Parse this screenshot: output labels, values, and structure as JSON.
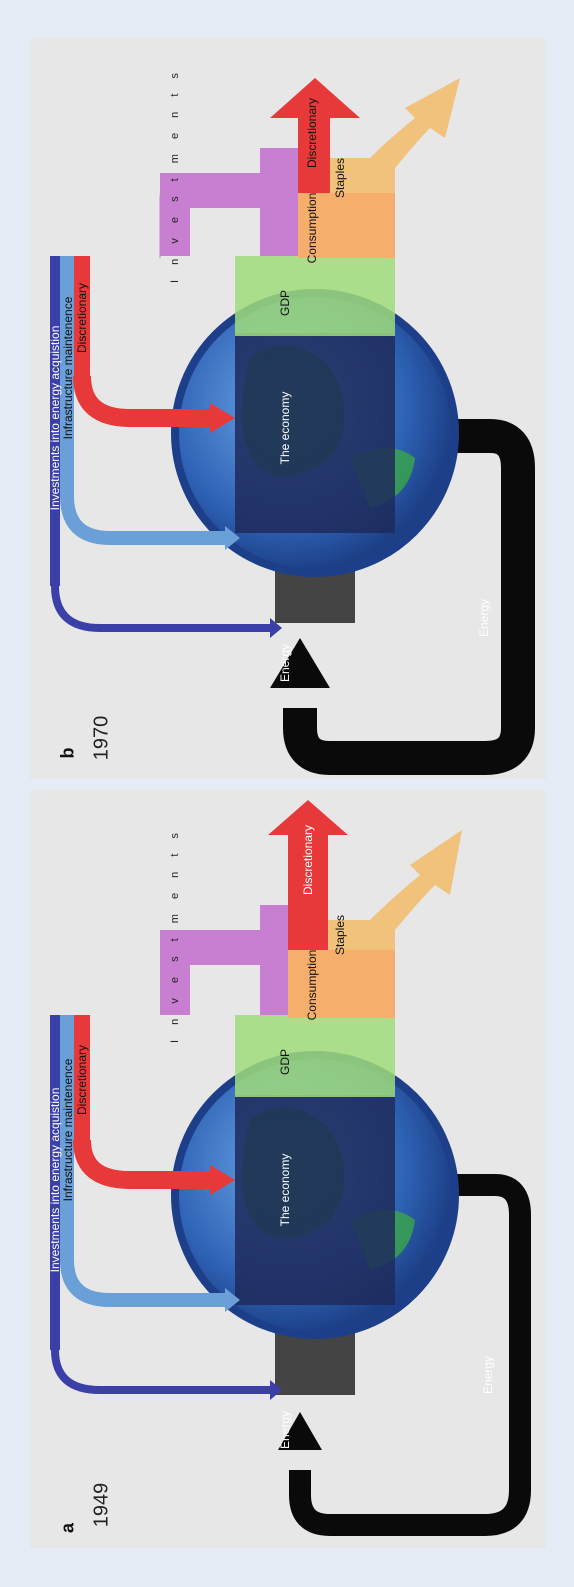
{
  "panels": [
    {
      "id": "b",
      "letter": "b",
      "year": "1970",
      "labels": {
        "investments_energy": "Investments into energy acquistion",
        "infrastructure": "Infrastructure maintenence",
        "discretionary_invest": "Discretionary",
        "investments_vertical": "I n v e s t m e n t s",
        "gdp": "GDP",
        "economy": "The economy",
        "consumption": "Consumption",
        "discretionary_out": "Discretionary",
        "staples": "Staples",
        "energy_in": "Energy",
        "energy_loop": "Energy"
      }
    },
    {
      "id": "a",
      "letter": "a",
      "year": "1949",
      "labels": {
        "investments_energy": "Investments into energy acquistion",
        "infrastructure": "Infrastructure maintenence",
        "discretionary_invest": "Discretionary",
        "investments_vertical": "I n v e s t m e n t s",
        "gdp": "GDP",
        "economy": "The economy",
        "consumption": "Consumption",
        "discretionary_out": "Discretionary",
        "staples": "Staples",
        "energy_in": "Energy",
        "energy_loop": "Energy"
      }
    }
  ],
  "colors": {
    "investment_energy": "#3b3fa8",
    "infrastructure": "#6a9fd8",
    "discretionary": "#e8393a",
    "investments_loop": "#c97fd1",
    "gdp": "#9fdc7a",
    "consumption": "#f6ae6c",
    "staples": "#f1c27b",
    "economy": "#1e2a5a",
    "energy": "#0a0a0a",
    "globe": "#2f63b6"
  }
}
